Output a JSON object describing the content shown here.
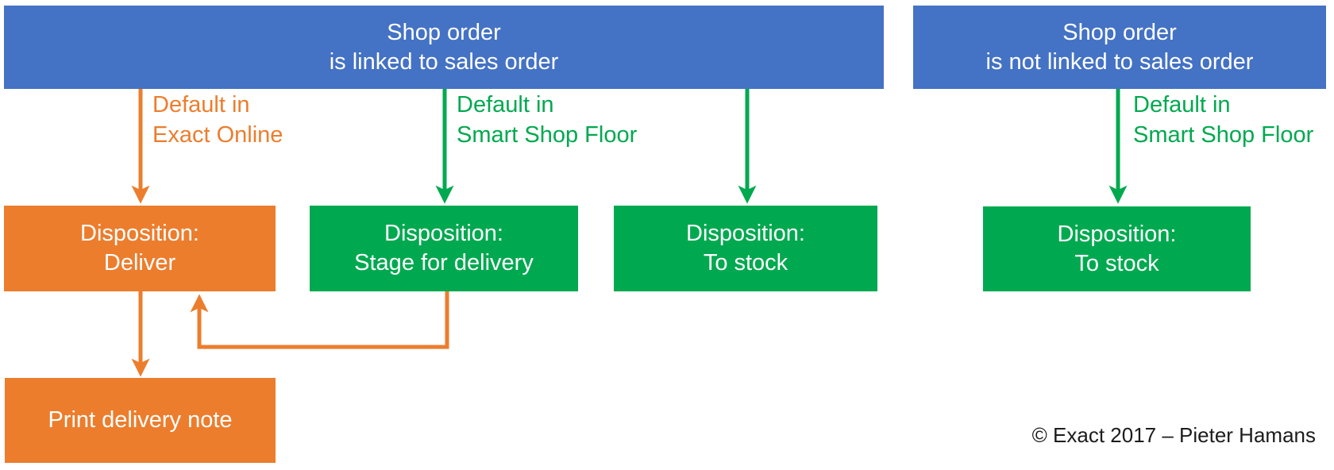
{
  "colors": {
    "blue": "#4472C4",
    "orange": "#EC7D2D",
    "green": "#00A94F",
    "box_text": "#ffffff",
    "copyright_text": "#1c1c1c",
    "background": "#ffffff"
  },
  "boxes": {
    "linked": {
      "line1": "Shop order",
      "line2": "is linked to sales order"
    },
    "not_linked": {
      "line1": "Shop order",
      "line2": "is not linked to sales order"
    },
    "deliver": {
      "line1": "Disposition:",
      "line2": "Deliver"
    },
    "stage": {
      "line1": "Disposition:",
      "line2": "Stage for delivery"
    },
    "to_stock_linked": {
      "line1": "Disposition:",
      "line2": "To stock"
    },
    "to_stock_unlinked": {
      "line1": "Disposition:",
      "line2": "To stock"
    },
    "print": {
      "label": "Print delivery note"
    }
  },
  "arrow_labels": {
    "default_exact_online": {
      "line1": "Default in",
      "line2": "Exact Online"
    },
    "default_ssf_linked": {
      "line1": "Default in",
      "line2": "Smart Shop Floor"
    },
    "default_ssf_not_linked": {
      "line1": "Default in",
      "line2": "Smart Shop Floor"
    }
  },
  "footer": {
    "copyright": "© Exact 2017 – Pieter Hamans"
  }
}
